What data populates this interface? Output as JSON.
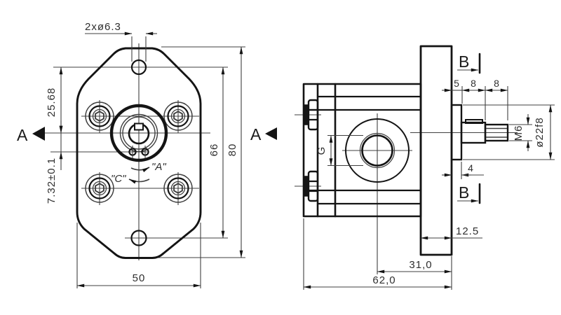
{
  "meta": {
    "background": "#ffffff",
    "line_color": "#141414",
    "thin_line_color": "#3f3f3f",
    "text_color": "#2e2e2e"
  },
  "front_view": {
    "section_label_left": "A",
    "section_label_right": "A",
    "dim_top_holes": "2xø6.3",
    "dim_center_to_top_hole": "25.68",
    "dim_axis_offset": "7.32±0.1",
    "dim_hole_spacing": "66",
    "dim_flange_height": "80",
    "dim_flange_width": "50",
    "rotation_label_cw": "\"A\"",
    "rotation_label_ccw": "\"C\""
  },
  "side_view": {
    "section_label_top": "B",
    "section_label_bottom": "B",
    "dim_shoulder": "5",
    "dim_shaft_length": "8",
    "dim_thread_length": "8",
    "dim_spigot_length": "4",
    "thread_label": "M6",
    "spigot_label": "ø22f8",
    "port_label": "G",
    "dim_flange_thickness": "12.5",
    "dim_axis_to_face": "31,0",
    "dim_overall_length": "62,0"
  }
}
